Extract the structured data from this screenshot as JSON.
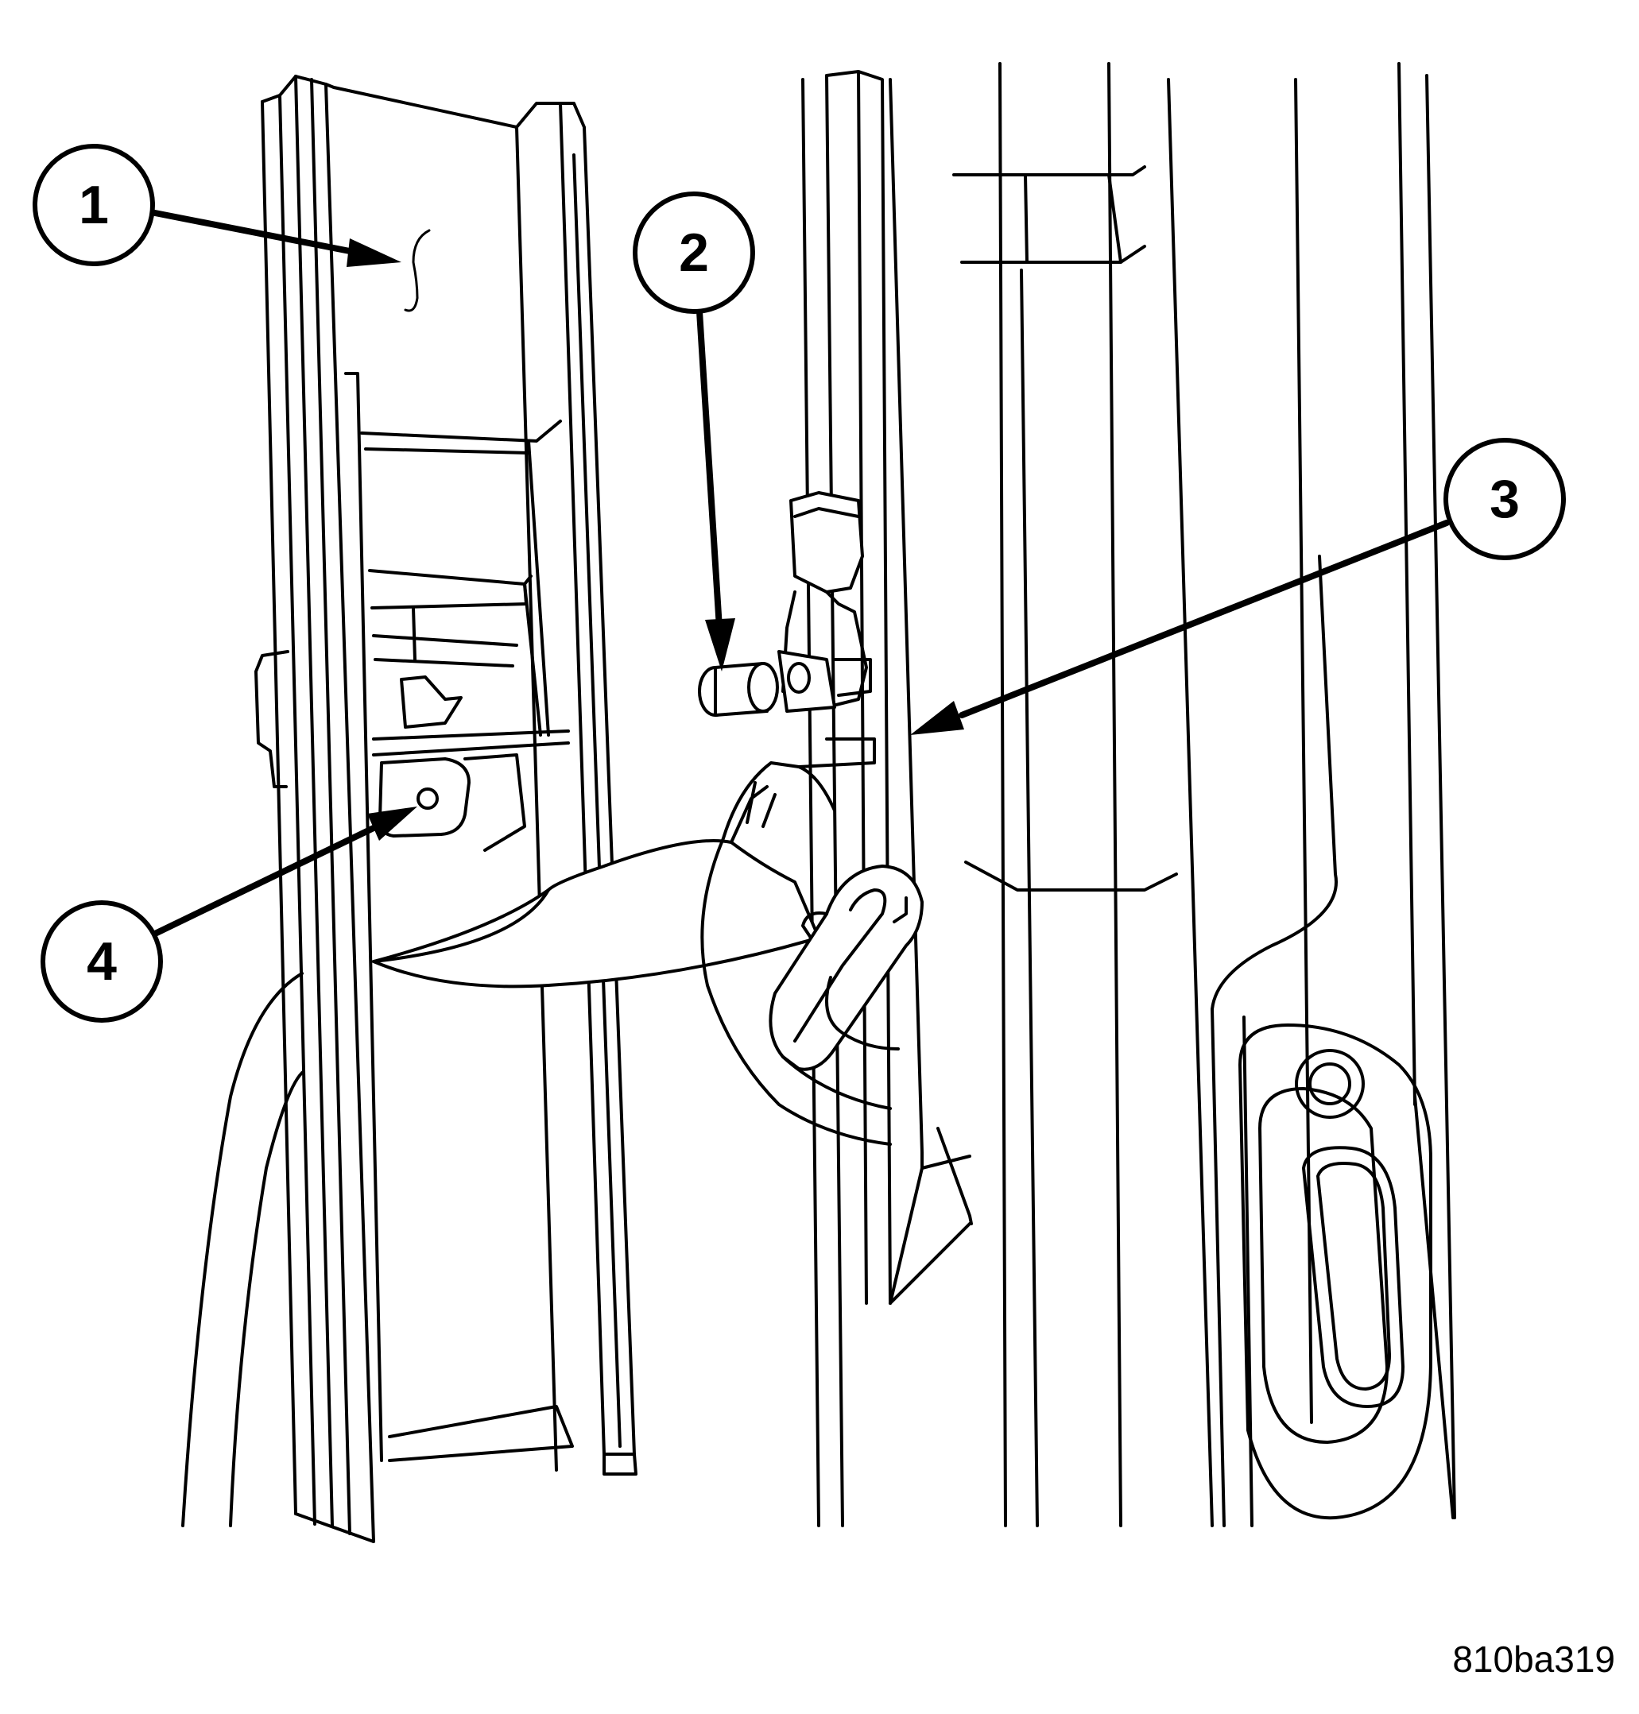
{
  "callouts": [
    {
      "id": "callout-1",
      "label": "1"
    },
    {
      "id": "callout-2",
      "label": "2"
    },
    {
      "id": "callout-3",
      "label": "3"
    },
    {
      "id": "callout-4",
      "label": "4"
    }
  ],
  "figure_id": "810ba319",
  "colors": {
    "line": "#000000",
    "background": "#ffffff"
  }
}
